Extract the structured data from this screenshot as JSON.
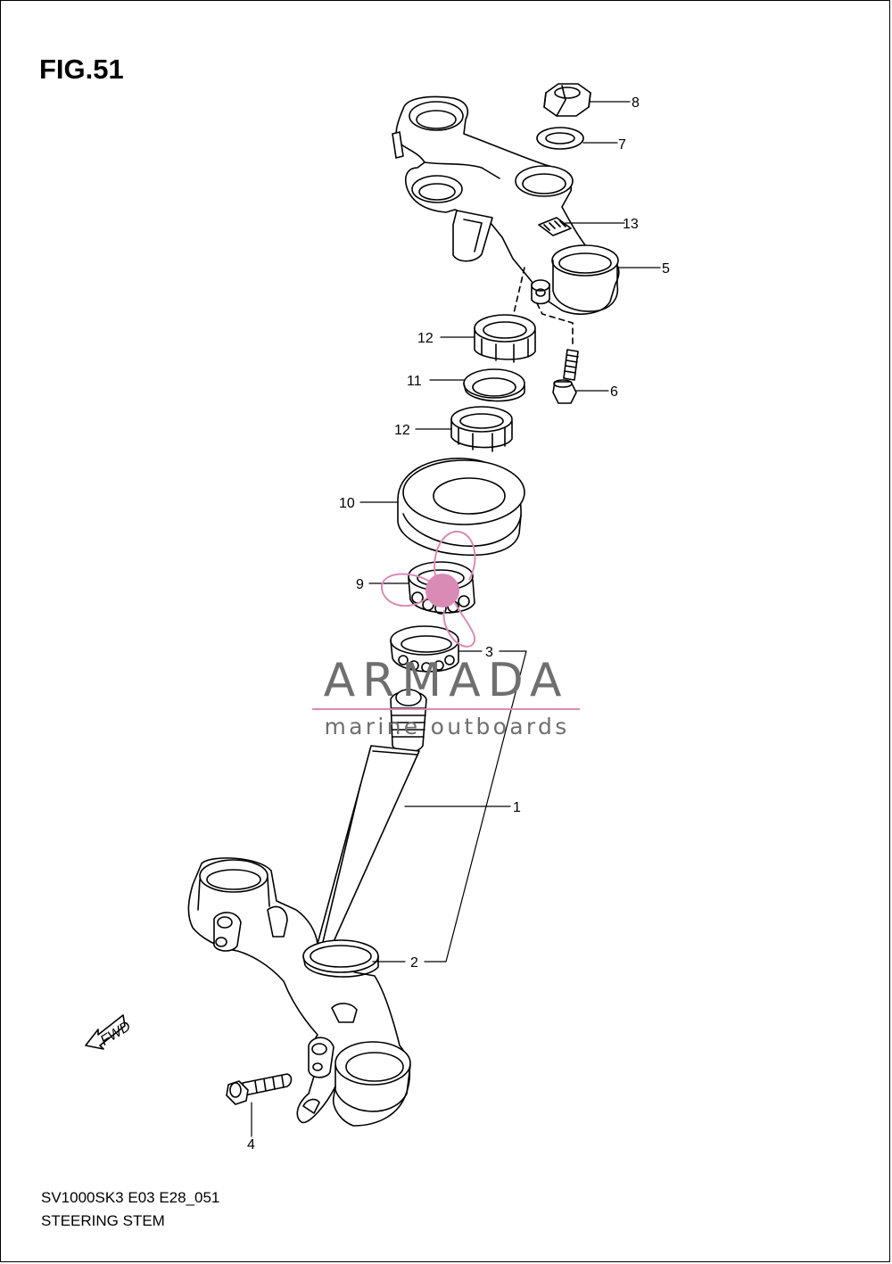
{
  "figure": {
    "title": "FIG.51"
  },
  "footer": {
    "model_code": "SV1000SK3 E03 E28_051",
    "assembly_name": "STEERING STEM"
  },
  "callouts": [
    {
      "id": "c1",
      "label": "1"
    },
    {
      "id": "c2",
      "label": "2"
    },
    {
      "id": "c3",
      "label": "3"
    },
    {
      "id": "c4",
      "label": "4"
    },
    {
      "id": "c5",
      "label": "5"
    },
    {
      "id": "c6",
      "label": "6"
    },
    {
      "id": "c7",
      "label": "7"
    },
    {
      "id": "c8",
      "label": "8"
    },
    {
      "id": "c9",
      "label": "9"
    },
    {
      "id": "c10",
      "label": "10"
    },
    {
      "id": "c11",
      "label": "11"
    },
    {
      "id": "c12a",
      "label": "12"
    },
    {
      "id": "c12b",
      "label": "12"
    },
    {
      "id": "c13",
      "label": "13"
    }
  ],
  "fwd_marker": {
    "label": "FWD"
  },
  "watermark": {
    "brand": "ARMADA",
    "tagline": "marine outboards",
    "accent_color": "#d98bb5"
  }
}
